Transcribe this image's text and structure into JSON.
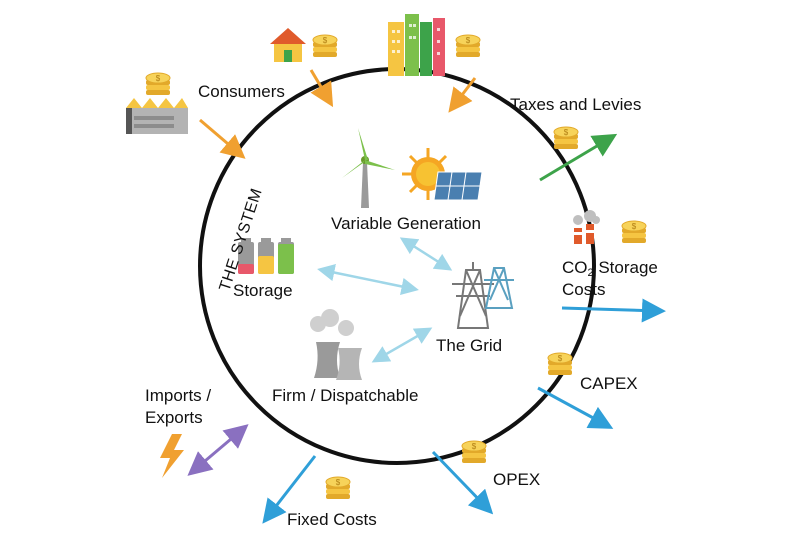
{
  "diagram": {
    "system_label": "THE SYSTEM",
    "inner": {
      "variable_generation": "Variable Generation",
      "storage": "Storage",
      "the_grid": "The Grid",
      "firm_dispatchable": "Firm / Dispatchable"
    },
    "outer": {
      "consumers": "Consumers",
      "taxes_and_levies": "Taxes and Levies",
      "co2_prefix": "CO",
      "co2_sub": "2",
      "co2_suffix": " Storage",
      "costs": "Costs",
      "capex": "CAPEX",
      "opex": "OPEX",
      "fixed_costs": "Fixed Costs",
      "imports": "Imports /",
      "exports": "Exports"
    },
    "coin_symbol": "$",
    "colors": {
      "inflow_arrow": "#f0a030",
      "taxes_arrow": "#3da34a",
      "cost_arrow": "#2f9fd8",
      "trade_arrow": "#8a70c0",
      "inner_arrow": "#9fd6e8",
      "coin": "#f5c542",
      "circle": "#111111"
    },
    "icons": [
      "factory-icon",
      "house-icon",
      "buildings-icon",
      "coin-icon",
      "wind-turbine-icon",
      "sun-icon",
      "solar-panel-icon",
      "battery-icon",
      "pylon-icon",
      "cooling-tower-icon",
      "smokestack-icon",
      "lightning-icon"
    ]
  }
}
